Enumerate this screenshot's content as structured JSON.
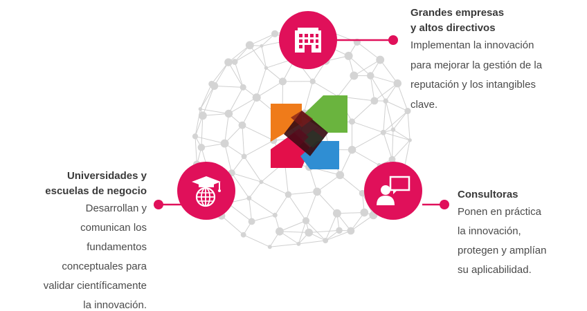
{
  "colors": {
    "accent": "#e0105a",
    "network_line": "#cfcfcf",
    "network_node": "#d4d4d4",
    "text": "#4a4a4a",
    "logo_orange": "#ef7b1a",
    "logo_green": "#6ab43e",
    "logo_red": "#e30f4a",
    "logo_blue": "#2f8ed3",
    "logo_dark": "#3a1010"
  },
  "top": {
    "icon": "office-building-icon",
    "title_line1": "Grandes empresas",
    "title_line2": "y altos directivos",
    "body_lines": [
      "Implementan la innovación",
      "para mejorar la gestión de la",
      "reputación y los intangibles",
      "clave."
    ]
  },
  "left": {
    "icon": "graduation-globe-icon",
    "title_line1": "Universidades y",
    "title_line2": "escuelas de negocio",
    "body_lines": [
      "Desarrollan y",
      "comunican los",
      "fundamentos",
      "conceptuales para",
      "validar científicamente",
      "la innovación."
    ]
  },
  "right": {
    "icon": "presenter-screen-icon",
    "title_line1": "Consultoras",
    "body_lines": [
      "Ponen en práctica",
      "la innovación,",
      "protegen y amplían",
      "su aplicabilidad."
    ]
  }
}
